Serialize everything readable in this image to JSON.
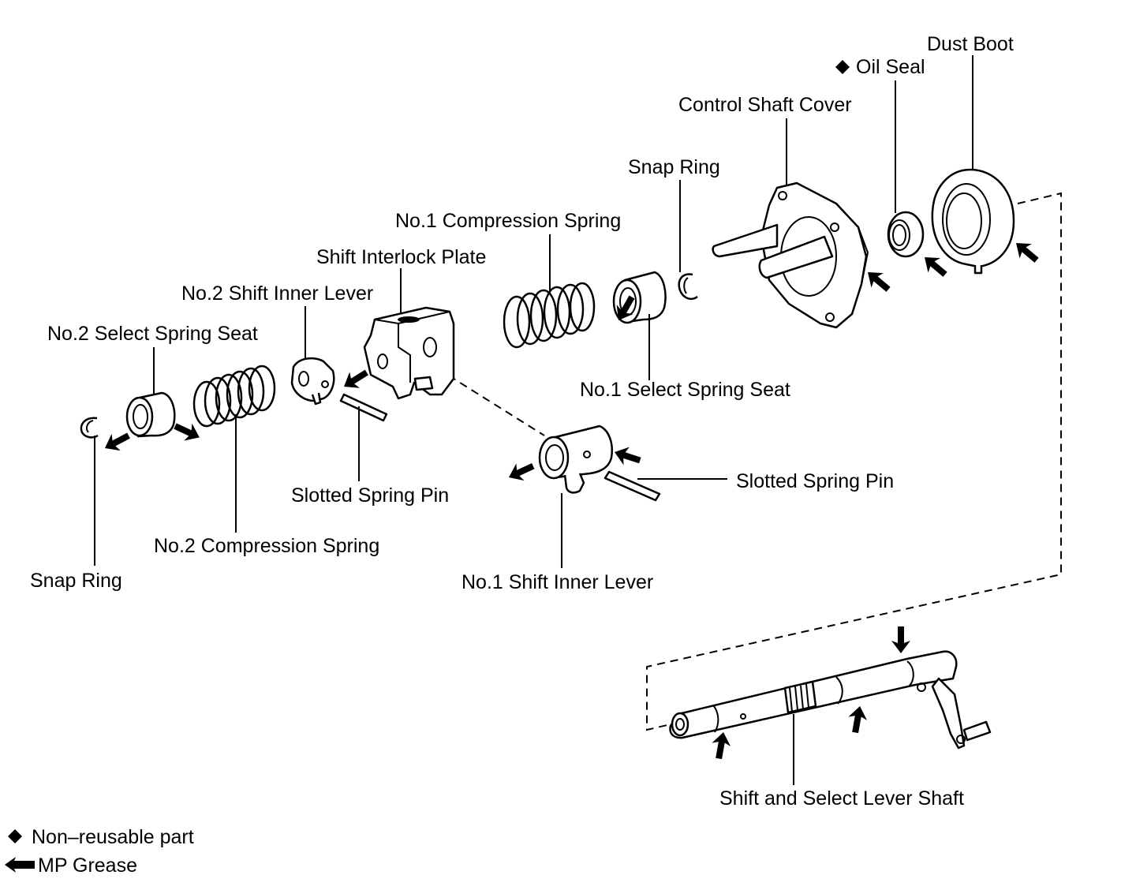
{
  "labels": {
    "dust_boot": "Dust Boot",
    "oil_seal": "Oil Seal",
    "control_shaft_cover": "Control Shaft Cover",
    "snap_ring_upper": "Snap Ring",
    "no1_compression_spring": "No.1 Compression Spring",
    "shift_interlock_plate": "Shift Interlock Plate",
    "no2_shift_inner_lever": "No.2 Shift Inner Lever",
    "no2_select_spring_seat": "No.2 Select Spring Seat",
    "no1_select_spring_seat": "No.1 Select Spring Seat",
    "slotted_spring_pin_right": "Slotted Spring Pin",
    "slotted_spring_pin_left": "Slotted Spring Pin",
    "no2_compression_spring": "No.2 Compression Spring",
    "snap_ring_lower": "Snap Ring",
    "no1_shift_inner_lever": "No.1 Shift Inner Lever",
    "shift_select_lever_shaft": "Shift and Select Lever Shaft"
  },
  "legend": {
    "non_reusable_label": "Non–reusable part",
    "mp_grease_label": "MP Grease"
  }
}
